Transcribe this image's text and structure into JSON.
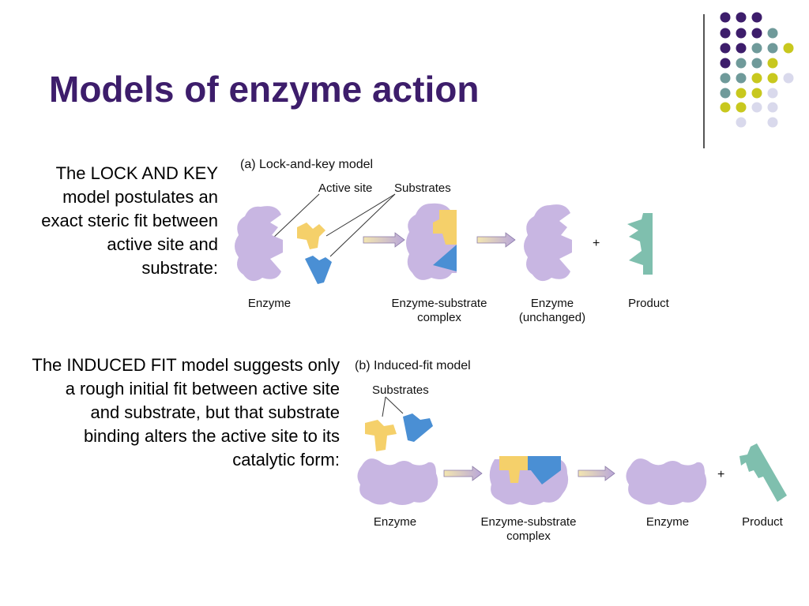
{
  "slide": {
    "title": "Models of enzyme action",
    "lock_key_text": "The LOCK AND KEY model postulates an exact steric fit between active site and substrate:",
    "induced_fit_text": "The INDUCED FIT model suggests only a rough initial fit between active site and substrate, but that substrate binding alters the active site to its catalytic form:"
  },
  "diagram_a": {
    "heading": "(a) Lock-and-key model",
    "label_active_site": "Active site",
    "label_substrates": "Substrates",
    "label_enzyme": "Enzyme",
    "label_complex_line1": "Enzyme-substrate",
    "label_complex_line2": "complex",
    "label_enzyme_unchanged_line1": "Enzyme",
    "label_enzyme_unchanged_line2": "(unchanged)",
    "label_product": "Product",
    "plus": "+"
  },
  "diagram_b": {
    "heading": "(b) Induced-fit model",
    "label_substrates": "Substrates",
    "label_enzyme": "Enzyme",
    "label_complex_line1": "Enzyme-substrate",
    "label_complex_line2": "complex",
    "label_enzyme_after": "Enzyme",
    "label_product": "Product",
    "plus": "+"
  },
  "colors": {
    "title": "#3d1d6b",
    "enzyme": "#c8b6e2",
    "substrate_yellow": "#f5d06a",
    "substrate_blue": "#4a8fd4",
    "product": "#7fbfae",
    "dot_purple": "#3d1d6b",
    "dot_teal": "#6f9a9a",
    "dot_yellow": "#c8c81e",
    "dot_lavender": "#d9d9ec"
  }
}
